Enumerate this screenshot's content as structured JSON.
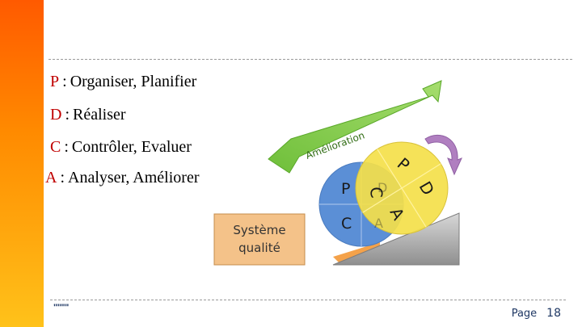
{
  "lines": [
    {
      "letter": "P",
      "text": "Organiser, Planifier"
    },
    {
      "letter": "D",
      "text": "Réaliser"
    },
    {
      "letter": "C",
      "text": "Contrôler, Evaluer"
    },
    {
      "letter": "A",
      "text": "Analyser, Améliorer"
    }
  ],
  "diagram": {
    "arrow_label": "Amélioration",
    "box_label_1": "Système",
    "box_label_2": "qualité",
    "circle_front": {
      "p": "P",
      "d": "D",
      "c": "C",
      "a": "A"
    },
    "circle_back": {
      "p": "P",
      "d": "D",
      "c": "C",
      "a": "A"
    }
  },
  "footer": {
    "marker": "\"\"\"\"",
    "page_label": "Page",
    "page_number": "18"
  },
  "colors": {
    "sidebar_top": "#ff5a00",
    "sidebar_bottom": "#ffc21a",
    "letter": "#c00000",
    "arrow_green": "#7dc642",
    "circle_blue": "#5b8fd6",
    "circle_yellow": "#f4e04a",
    "box_orange": "#f4c289",
    "ramp_grey": "#a8a8a8",
    "curved_arrow": "#b07fc0"
  }
}
